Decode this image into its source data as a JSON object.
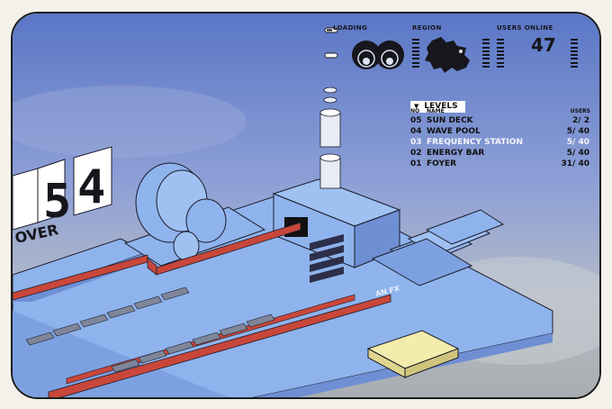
{
  "hud": {
    "loading_label": "LOADING",
    "region_label": "REGION",
    "users_online_label": "USERS ONLINE",
    "users_online": "47"
  },
  "levels": {
    "title": "LEVELS",
    "col_no": "NO",
    "col_name": "NAME",
    "col_users": "USERS",
    "rows": [
      {
        "no": "05",
        "name": "SUN DECK",
        "users": "2/ 2"
      },
      {
        "no": "04",
        "name": "WAVE POOL",
        "users": "5/ 40"
      },
      {
        "no": "03",
        "name": "FREQUENCY STATION",
        "users": "5/ 40"
      },
      {
        "no": "02",
        "name": "ENERGY BAR",
        "users": "5/ 40"
      },
      {
        "no": "01",
        "name": "FOYER",
        "users": "31/ 40"
      }
    ],
    "selected_index": 2
  },
  "scene": {
    "big_number_a": "5",
    "big_number_b": "4",
    "sign_text": "OVER",
    "floor_text": "AN FX"
  },
  "colors": {
    "sky_top": "#5b77c7",
    "sky_bottom": "#b7bfc7",
    "platform": "#8fb3ec",
    "platform_shade": "#6f8fd4",
    "rail": "#c8473a",
    "pad": "#f4ecac",
    "hud_text": "#16161c"
  }
}
